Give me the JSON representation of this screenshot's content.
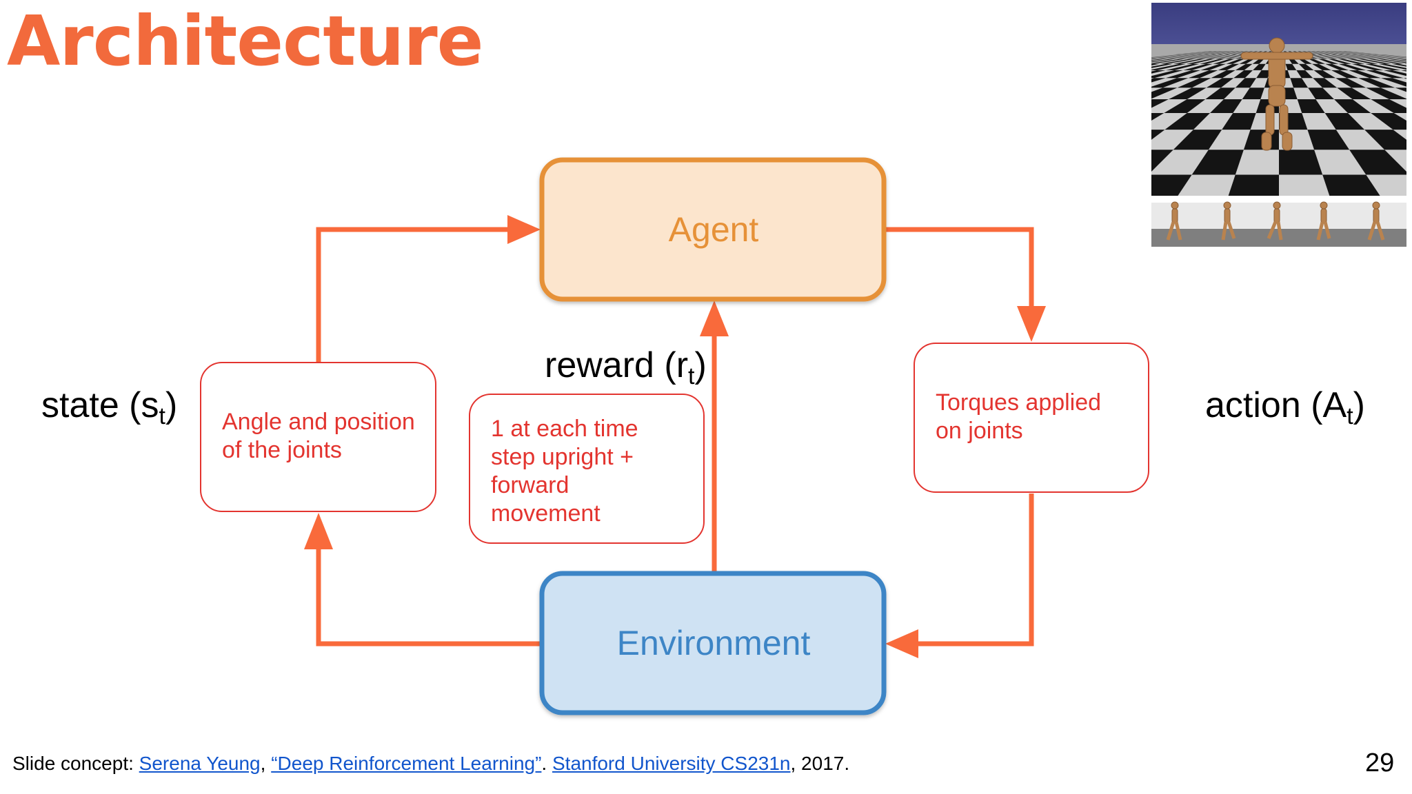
{
  "slide": {
    "title": "Architecture",
    "page_number": "29"
  },
  "diagram": {
    "agent_label": "Agent",
    "environment_label": "Environment",
    "state": {
      "prefix": "state (s",
      "sub": "t",
      "suffix": ")"
    },
    "reward": {
      "prefix": "reward (r",
      "sub": "t",
      "suffix": ")"
    },
    "action": {
      "prefix": "action (A",
      "sub": "t",
      "suffix": ")"
    },
    "state_note": [
      "Angle and position",
      "of the joints"
    ],
    "reward_note": [
      "1 at each time",
      "step upright +",
      "forward",
      "movement"
    ],
    "action_note": [
      "Torques applied",
      "on joints"
    ]
  },
  "footer": {
    "prefix": "Slide concept: ",
    "author_link": "Serena Yeung",
    "sep1": ", ",
    "title_link": "“Deep Reinforcement Learning”",
    "sep2": ". ",
    "course_link": "Stanford University CS231n",
    "suffix": ", 2017."
  },
  "colors": {
    "title": "#f26a3c",
    "arrow": "#f96a3b",
    "agent_fill": "#fce5cd",
    "agent_border": "#e69138",
    "agent_text": "#e69138",
    "environment_fill": "#cfe2f3",
    "environment_border": "#3d85c6",
    "environment_text": "#3d85c6",
    "note_border": "#e3342f",
    "note_text": "#e3342f",
    "link": "#1155cc"
  }
}
